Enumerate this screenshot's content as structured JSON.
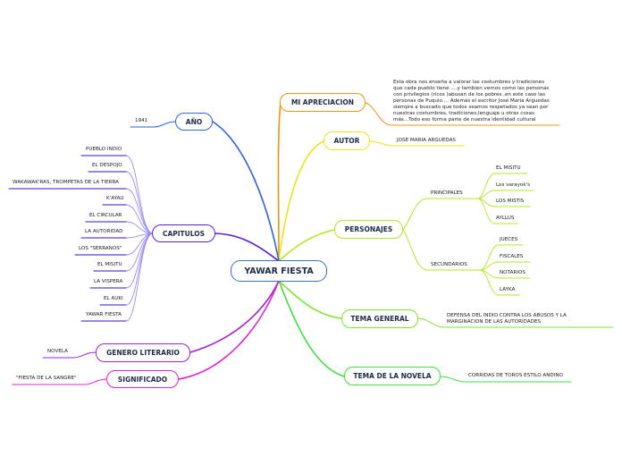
{
  "root": {
    "label": "YAWAR FIESTA"
  },
  "branches": {
    "apreciacion": {
      "label": "MI APRECIACION",
      "color": "#f0960a",
      "text_lines": [
        "Esta obra nos enseña a valorar las costumbres y tradiciones",
        "que cada pueblo tiene ....y tambien vemos como las personas",
        "con privilegios (ricos )abusan de los pobres ,en este caso las",
        "personas de Puquio.... Además el escritor José Maria Arguedas",
        "siempre a buscado que todos seamos respetados ya sean por",
        "nuestras costumbres, tradiciones,lenguaje u otras cosas",
        "más...Todo eso forma parte de nuestra identidad cultural"
      ]
    },
    "autor": {
      "label": "AUTOR",
      "color": "#e8e619",
      "value": "JOSE MARIA ARGUEDAS"
    },
    "personajes": {
      "label": "PERSONAJES",
      "color": "#b4e624",
      "principales_label": "PRINCIPALES",
      "principales": [
        "EL MISITU",
        "Los varayok's",
        "LOS MISTIS",
        "AYLLUS"
      ],
      "secundarios_label": "SECUNDARIOS",
      "secundarios": [
        "JUECES",
        "FISCALES",
        "NOTARIOS",
        "LAYKA"
      ]
    },
    "tema_general": {
      "label": "TEMA GENERAL",
      "color": "#7fe62e",
      "text_lines": [
        "DEFENSA DEL INDIO CONTRA LOS ABUSOS Y LA",
        "MARGINACION DE LAS AUTORIDADES"
      ]
    },
    "tema_novela": {
      "label": "TEMA DE LA NOVELA",
      "color": "#3ee03e",
      "value": "CORRIDAS DE TOROS ESTILO ANDINO"
    },
    "anio": {
      "label": "AÑO",
      "color": "#2f63e2",
      "value": "1941"
    },
    "capitulos": {
      "label": "CAPITULOS",
      "color": "#5a1ee0",
      "items": [
        "PUEBLO INDIO",
        "EL DESPOJO",
        "WAKAWAK'RAS, TROMPETAS DE LA TIERRA",
        "K'AYAU",
        "EL CIRCULAR",
        "LA AUTORIDAD",
        "LOS \"SERRANOS\"",
        "EL MISITU",
        "LA VISPERA",
        "EL AUKI",
        "YAWAR FIESTA"
      ]
    },
    "genero": {
      "label": "GENERO LITERARIO",
      "color": "#a024d2",
      "value": "NOVELA"
    },
    "significado": {
      "label": "SIGNIFICADO",
      "color": "#e41ed2",
      "value": "\"FIESTA DE LA SANGRE\""
    }
  }
}
